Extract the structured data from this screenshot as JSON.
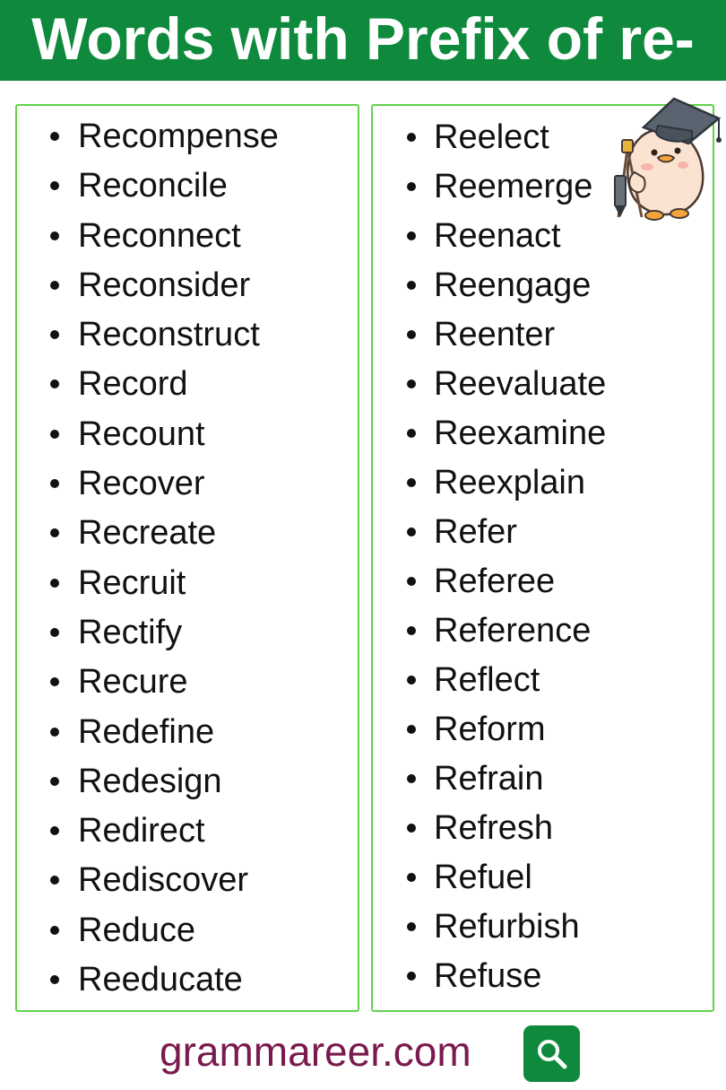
{
  "header": {
    "title": "Words with Prefix of re-"
  },
  "columns": {
    "left": [
      "Recompense",
      "Reconcile",
      "Reconnect",
      "Reconsider",
      "Reconstruct",
      "Record",
      "Recount",
      "Recover",
      "Recreate",
      "Recruit",
      "Rectify",
      "Recure",
      "Redefine",
      "Redesign",
      "Redirect",
      "Rediscover",
      "Reduce",
      "Reeducate"
    ],
    "right": [
      "Reelect",
      "Reemerge",
      "Reenact",
      "Reengage",
      "Reenter",
      "Reevaluate",
      "Reexamine",
      "Reexplain",
      "Refer",
      "Referee",
      "Reference",
      "Reflect",
      "Reform",
      "Refrain",
      "Refresh",
      "Refuel",
      "Refurbish",
      "Refuse"
    ]
  },
  "footer": {
    "site": "grammareer.com"
  },
  "icons": {
    "mascot": "duck-graduate-mascot-icon",
    "search": "search-icon"
  },
  "colors": {
    "header_bg": "#0f8a3c",
    "panel_border": "#62d24e",
    "footer_text": "#7a1a4e"
  }
}
